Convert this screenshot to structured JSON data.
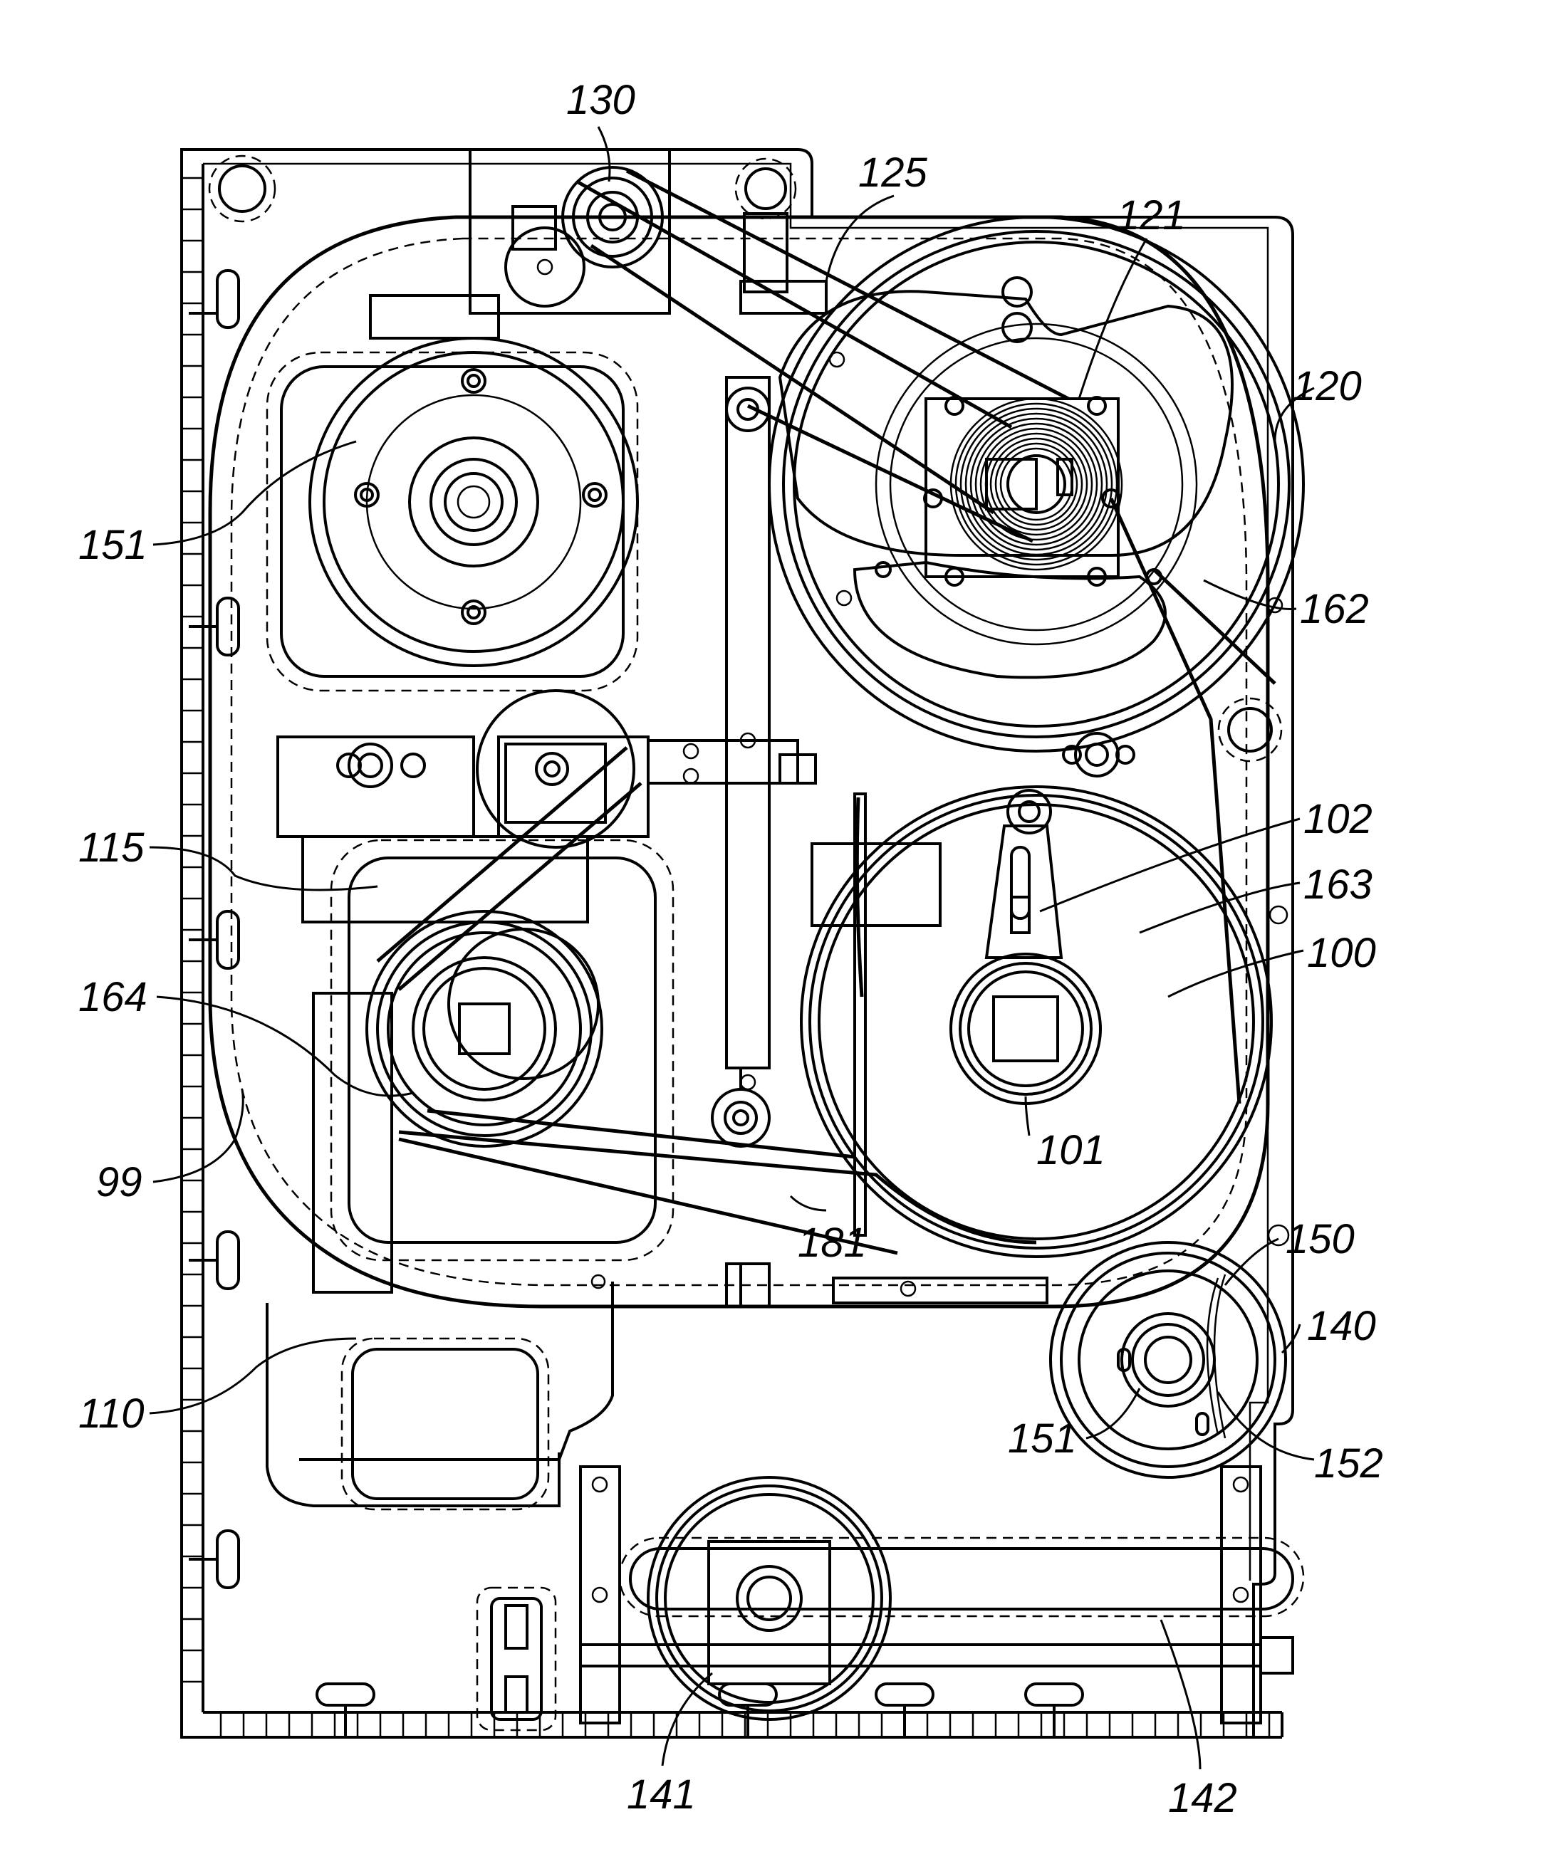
{
  "labels": [
    {
      "key": "l130",
      "text": "130"
    },
    {
      "key": "l125",
      "text": "125"
    },
    {
      "key": "l121",
      "text": "121"
    },
    {
      "key": "l120",
      "text": "120"
    },
    {
      "key": "l151a",
      "text": "151"
    },
    {
      "key": "l162",
      "text": "162"
    },
    {
      "key": "l115",
      "text": "115"
    },
    {
      "key": "l102",
      "text": "102"
    },
    {
      "key": "l163",
      "text": "163"
    },
    {
      "key": "l164",
      "text": "164"
    },
    {
      "key": "l100",
      "text": "100"
    },
    {
      "key": "l101",
      "text": "101"
    },
    {
      "key": "l99",
      "text": "99"
    },
    {
      "key": "l150",
      "text": "150"
    },
    {
      "key": "l140",
      "text": "140"
    },
    {
      "key": "l181",
      "text": "181"
    },
    {
      "key": "l110",
      "text": "110"
    },
    {
      "key": "l151b",
      "text": "151"
    },
    {
      "key": "l152",
      "text": "152"
    },
    {
      "key": "l141",
      "text": "141"
    },
    {
      "key": "l142",
      "text": "142"
    }
  ]
}
